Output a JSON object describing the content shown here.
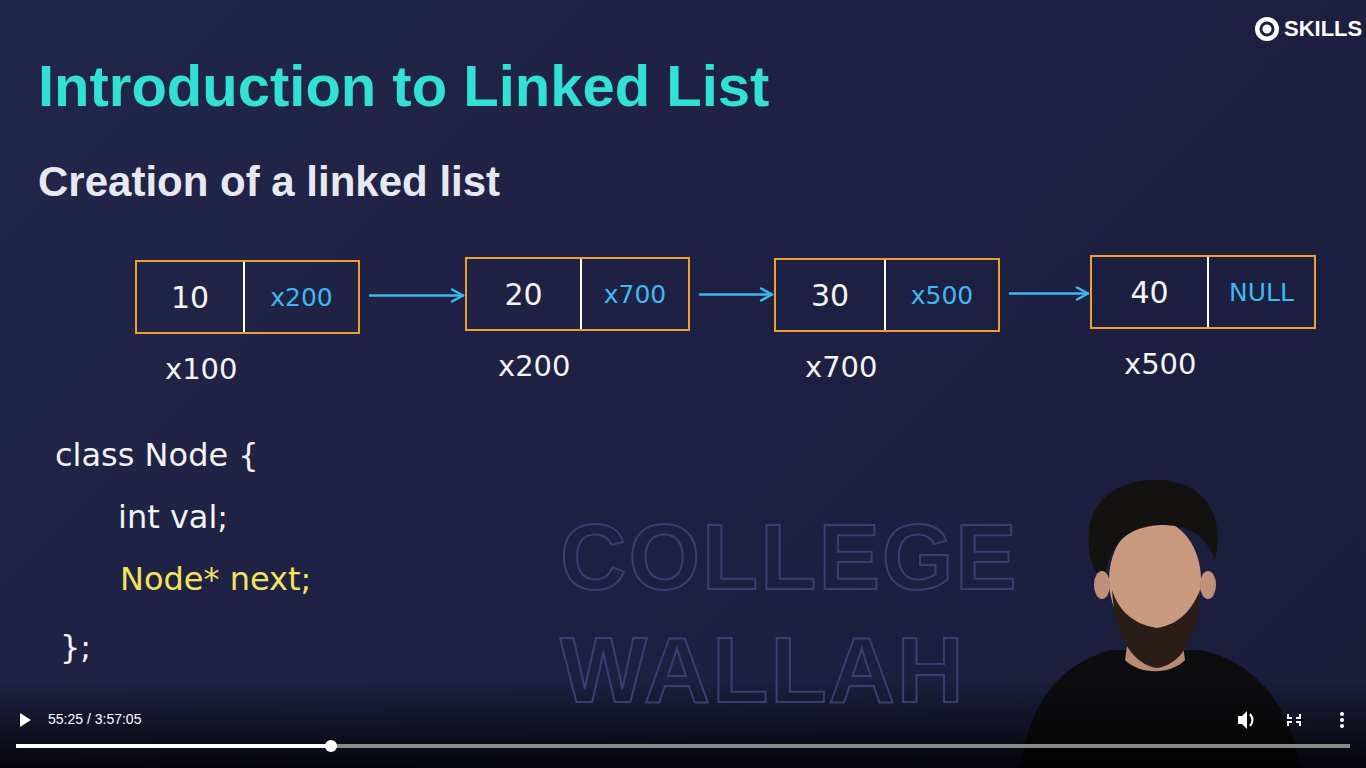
{
  "diagram": {
    "title": "Introduction to Linked List",
    "nodes": [
      {
        "text": [
          "10",
          "x200",
          "x100"
        ]
      },
      {
        "text": [
          "20",
          "x700",
          "x200"
        ]
      },
      {
        "text": [
          "30",
          "x500",
          "x700"
        ]
      },
      {
        "text": [
          "40",
          "NULL",
          "x500"
        ]
      }
    ],
    "edges": [
      {
        "from": 0,
        "to": 1,
        "arrow": "to"
      },
      {
        "from": 1,
        "to": 2,
        "arrow": "to"
      },
      {
        "from": 2,
        "to": 3,
        "arrow": "to"
      }
    ],
    "labels": [
      "Creation of a linked list",
      "class Node {",
      "int val;",
      "Node* next;",
      "};",
      "SKILLS",
      "COLLEGE",
      "WALLAH",
      "55:25 / 3:57:05"
    ]
  }
}
